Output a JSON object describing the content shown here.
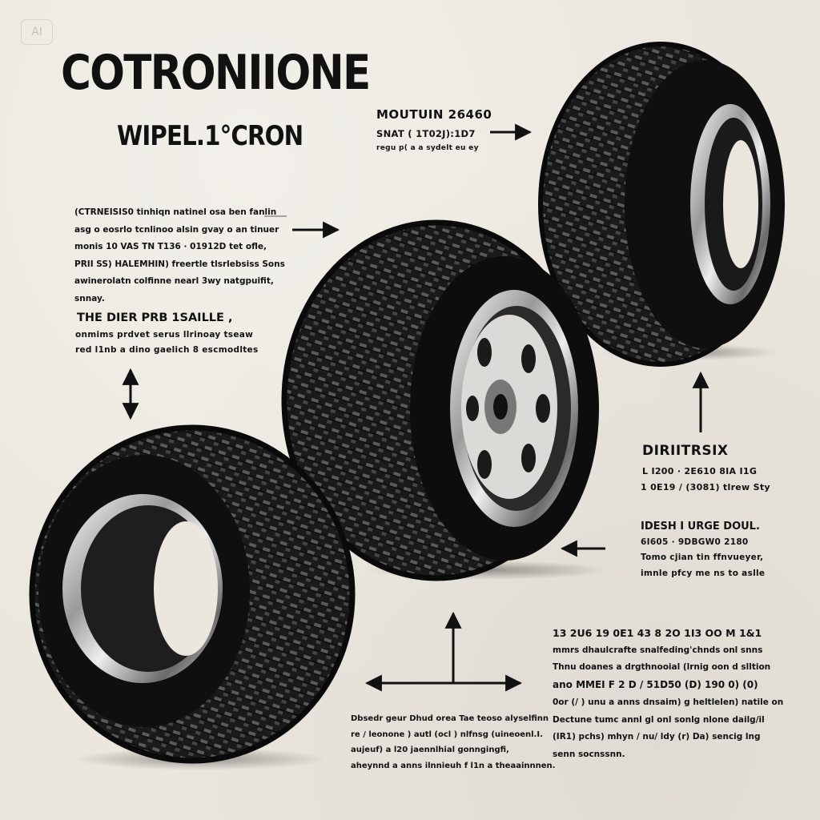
{
  "watermark": "AI",
  "title": "COTRONIIONE",
  "subtitle": "WIPEL.1°CRON",
  "top_callout": {
    "heading": "MOUTUIN 26460",
    "line1": "SNAT ( 1T02J):1D7",
    "line2": "regu p( a a sydelt eu ey"
  },
  "left_block": [
    "(CTRNEISIS0 tinhiqn natinel osa ben fanlin",
    "asg o eosrlo tcnlinoo alsin gvay o an tinuer",
    "monis 10 VAS TN T136 · 01912D tet ofle,",
    "PRII SS) HALEMHIN) freertle tlsrlebsiss Sons",
    "awinerolatn colfinne nearl 3wy natgpuifit,",
    "snnay."
  ],
  "left_sub": {
    "heading": "THE DIER PRB 1SAILLE ,",
    "line1": "onmims prdvet serus llrinoay tseaw",
    "line2": "red l1nb a dino gaelich 8 escmodltes"
  },
  "right_mid": {
    "heading": "DIRIITRSIX",
    "line1": "L I200 · 2E610 8IA I1G",
    "line2": "1 0E19 / (3081) tlrew Sty"
  },
  "right_lower": {
    "heading": "IDESH I URGE DOUL.",
    "line1": "6I605 · 9DBGW0 2180",
    "line2": "Tomo cjian tin ffnvueyer,",
    "line3": "imnle pfcy me ns to aslle"
  },
  "bottom_right": [
    "13 2U6 19 0E1 43 8 2O 1I3 OO M 1&1",
    "mmrs dhaulcrafte snalfeding'chnds onl snns",
    "Thnu doanes a drgthnooial (lrnig oon d slltion",
    "ano MMEI F 2 D / 51D50 (D) 190 0) (0)",
    "0or (/ ) unu a anns dnsaim) g heltlelen) natile on",
    "Dectune tumc annl gl onl sonlg nlone dailg/il",
    "(IR1) pchs) mhyn / nu/ ldy (r) Da) sencig lng",
    "senn socnssnn."
  ],
  "bottom_left": [
    "Dbsedr geur Dhud orea Tae teoso alyselfinn",
    "re / leonone ) autl (ocl ) nlfnsg (uineoenl.I.",
    "aujeuf) a l20 jaennlhial gonngingfi,",
    "aheynnd a anns ilnnieuh f l1n a theaainnnen."
  ]
}
